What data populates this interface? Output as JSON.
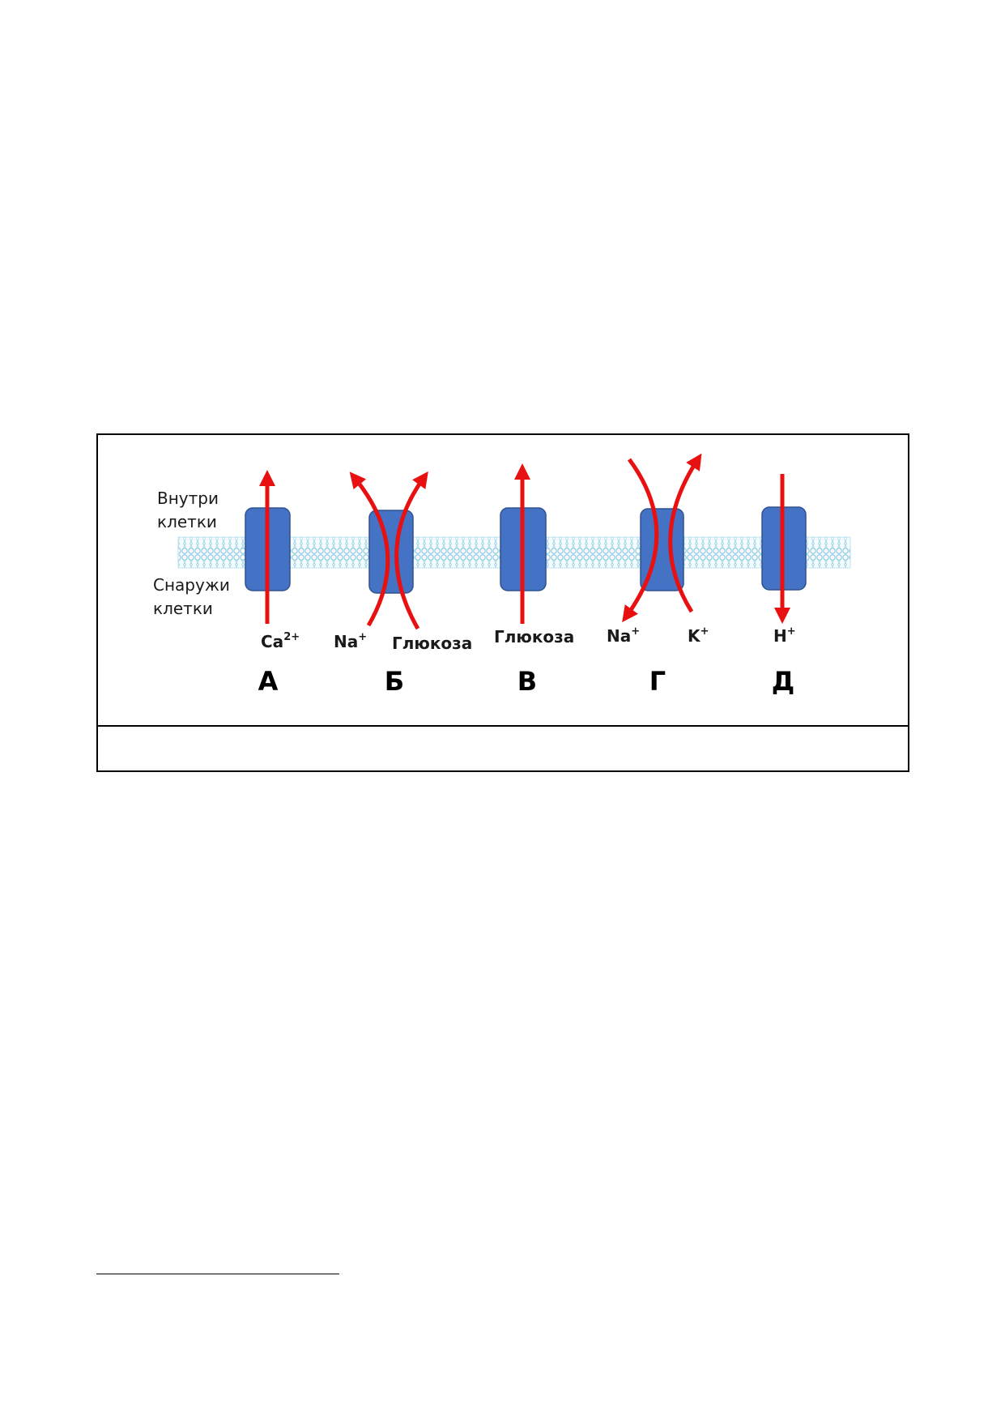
{
  "labels": {
    "inside_line1": "Внутри",
    "inside_line2": "клетки",
    "outside_line1": "Снаружи",
    "outside_line2": "клетки"
  },
  "colors": {
    "protein": "#4472c4",
    "protein_border": "#2f528f",
    "arrow": "#e81010",
    "membrane": "#9fd3e8"
  },
  "transporters": [
    {
      "letter": "А",
      "direction": "into-cell",
      "substances": [
        {
          "name": "Ca",
          "charge": "2+",
          "direction": "into-cell"
        }
      ]
    },
    {
      "letter": "Б",
      "direction": "symport-into-cell",
      "substances": [
        {
          "name": "Na",
          "charge": "+",
          "direction": "into-cell"
        },
        {
          "name": "Глюкоза",
          "charge": "",
          "direction": "into-cell"
        }
      ]
    },
    {
      "letter": "В",
      "direction": "into-cell",
      "substances": [
        {
          "name": "Глюкоза",
          "charge": "",
          "direction": "into-cell"
        }
      ]
    },
    {
      "letter": "Г",
      "direction": "antiport",
      "substances": [
        {
          "name": "Na",
          "charge": "+",
          "direction": "out-of-cell"
        },
        {
          "name": "K",
          "charge": "+",
          "direction": "into-cell"
        }
      ]
    },
    {
      "letter": "Д",
      "direction": "out-of-cell",
      "substances": [
        {
          "name": "H",
          "charge": "+",
          "direction": "out-of-cell"
        }
      ]
    }
  ]
}
